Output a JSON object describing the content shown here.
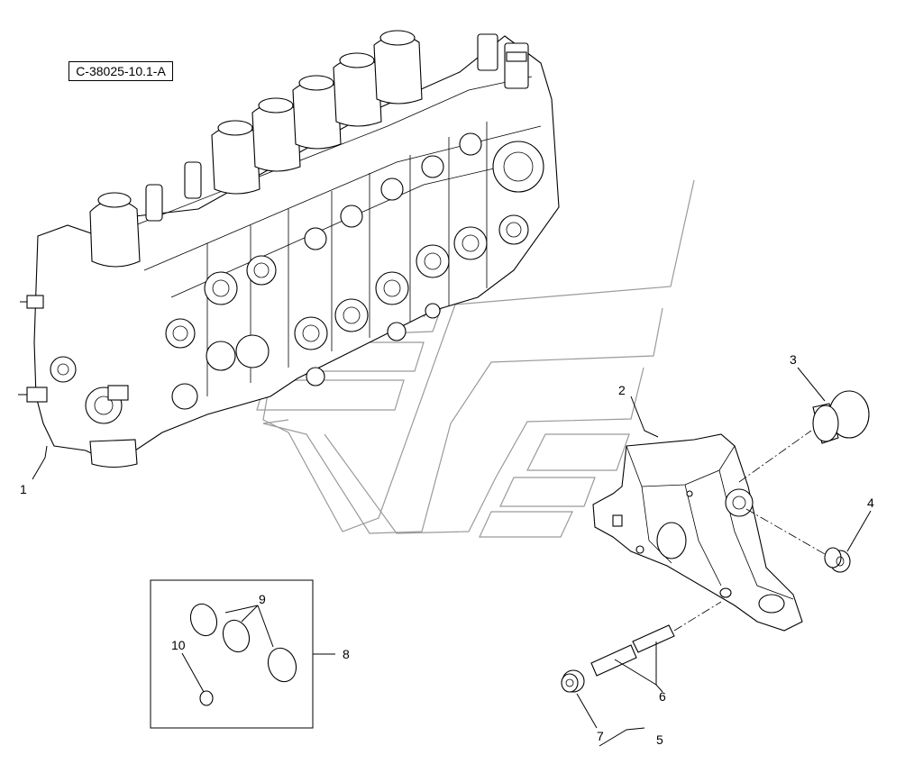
{
  "diagram": {
    "reference_code": "C-38025-10.1-A",
    "callouts": [
      {
        "id": "1",
        "label": "1"
      },
      {
        "id": "2",
        "label": "2"
      },
      {
        "id": "3",
        "label": "3"
      },
      {
        "id": "4",
        "label": "4"
      },
      {
        "id": "5",
        "label": "5"
      },
      {
        "id": "6",
        "label": "6"
      },
      {
        "id": "7",
        "label": "7"
      },
      {
        "id": "8",
        "label": "8"
      },
      {
        "id": "9",
        "label": "9"
      },
      {
        "id": "10",
        "label": "10"
      }
    ]
  }
}
